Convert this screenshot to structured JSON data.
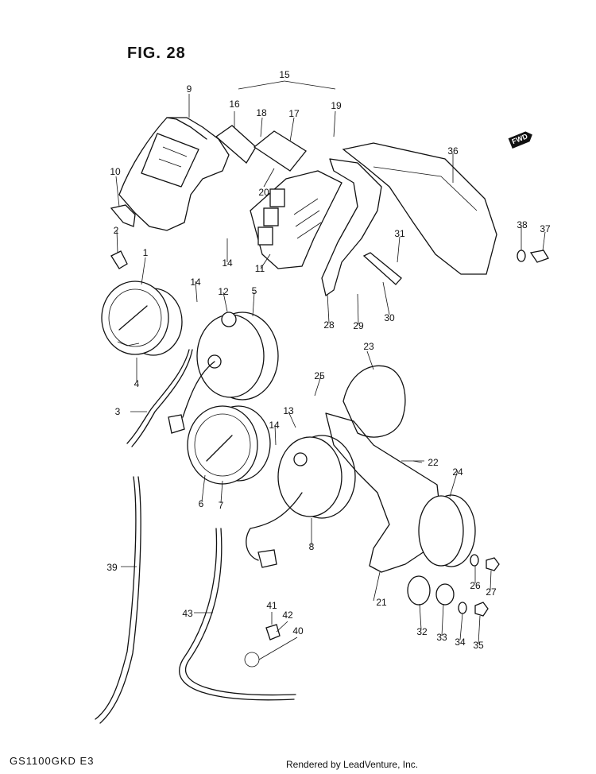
{
  "figure": {
    "title": "FIG. 28",
    "model": "GS1100GKD E3",
    "credit": "Rendered by LeadVenture, Inc.",
    "fwd_label": "FWD"
  },
  "labels": [
    {
      "id": "l1",
      "text": "1"
    },
    {
      "id": "l2",
      "text": "2"
    },
    {
      "id": "l3",
      "text": "3"
    },
    {
      "id": "l4",
      "text": "4"
    },
    {
      "id": "l5",
      "text": "5"
    },
    {
      "id": "l6",
      "text": "6"
    },
    {
      "id": "l7",
      "text": "7"
    },
    {
      "id": "l8",
      "text": "8"
    },
    {
      "id": "l9",
      "text": "9"
    },
    {
      "id": "l10",
      "text": "10"
    },
    {
      "id": "l11",
      "text": "11"
    },
    {
      "id": "l12",
      "text": "12"
    },
    {
      "id": "l13",
      "text": "13"
    },
    {
      "id": "l14a",
      "text": "14"
    },
    {
      "id": "l14b",
      "text": "14"
    },
    {
      "id": "l14c",
      "text": "14"
    },
    {
      "id": "l15",
      "text": "15"
    },
    {
      "id": "l16",
      "text": "16"
    },
    {
      "id": "l17",
      "text": "17"
    },
    {
      "id": "l18",
      "text": "18"
    },
    {
      "id": "l19",
      "text": "19"
    },
    {
      "id": "l20",
      "text": "20"
    },
    {
      "id": "l21",
      "text": "21"
    },
    {
      "id": "l22",
      "text": "22"
    },
    {
      "id": "l23",
      "text": "23"
    },
    {
      "id": "l24",
      "text": "24"
    },
    {
      "id": "l25",
      "text": "25"
    },
    {
      "id": "l26",
      "text": "26"
    },
    {
      "id": "l27",
      "text": "27"
    },
    {
      "id": "l28",
      "text": "28"
    },
    {
      "id": "l29",
      "text": "29"
    },
    {
      "id": "l30",
      "text": "30"
    },
    {
      "id": "l31",
      "text": "31"
    },
    {
      "id": "l32",
      "text": "32"
    },
    {
      "id": "l33",
      "text": "33"
    },
    {
      "id": "l34",
      "text": "34"
    },
    {
      "id": "l35",
      "text": "35"
    },
    {
      "id": "l36",
      "text": "36"
    },
    {
      "id": "l37",
      "text": "37"
    },
    {
      "id": "l38",
      "text": "38"
    },
    {
      "id": "l39",
      "text": "39"
    },
    {
      "id": "l40",
      "text": "40"
    },
    {
      "id": "l41",
      "text": "41"
    },
    {
      "id": "l42",
      "text": "42"
    },
    {
      "id": "l43",
      "text": "43"
    }
  ]
}
